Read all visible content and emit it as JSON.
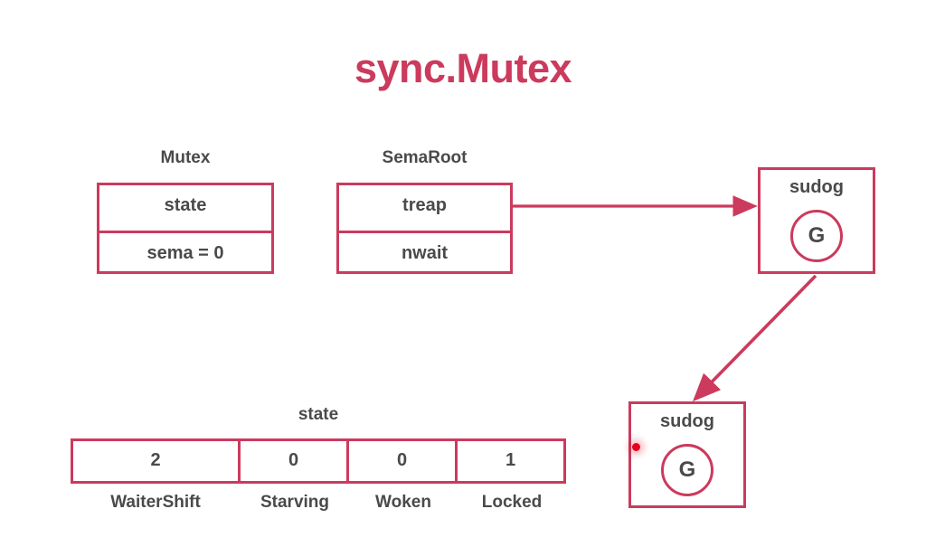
{
  "title": "sync.Mutex",
  "theme": {
    "accent": "#cc3a5d",
    "text": "#4a4a4a",
    "background": "#ffffff",
    "cursor": "#e8001c"
  },
  "structs": [
    {
      "name": "Mutex",
      "fields": [
        {
          "label": "state"
        },
        {
          "label": "sema = 0"
        }
      ]
    },
    {
      "name": "SemaRoot",
      "fields": [
        {
          "label": "treap"
        },
        {
          "label": "nwait"
        }
      ]
    }
  ],
  "nodes": [
    {
      "title": "sudog",
      "goroutine": "G"
    },
    {
      "title": "sudog",
      "goroutine": "G"
    }
  ],
  "state_table": {
    "caption": "state",
    "cells": [
      {
        "value": "2",
        "label": "WaiterShift"
      },
      {
        "value": "0",
        "label": "Starving"
      },
      {
        "value": "0",
        "label": "Woken"
      },
      {
        "value": "1",
        "label": "Locked"
      }
    ]
  },
  "edges": [
    {
      "from": "treap",
      "to": "sudog-1"
    },
    {
      "from": "sudog-1",
      "to": "sudog-2"
    }
  ]
}
